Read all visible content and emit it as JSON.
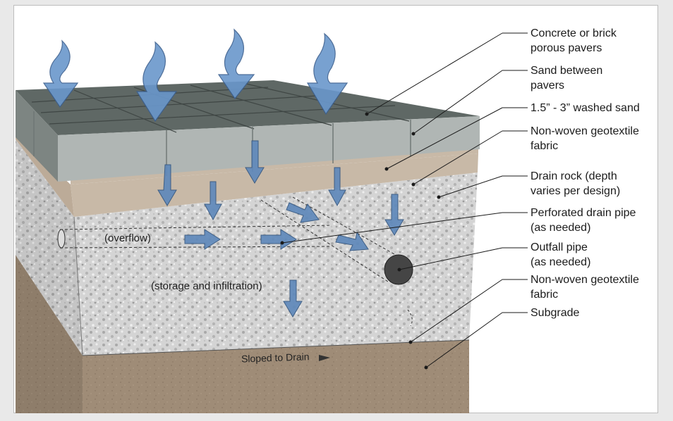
{
  "labels": {
    "pavers": [
      "Concrete or brick",
      "porous pavers"
    ],
    "sand_between": [
      "Sand between",
      "pavers"
    ],
    "washed_sand": [
      "1.5” - 3” washed sand"
    ],
    "geotextile_top": [
      "Non-woven geotextile",
      "fabric"
    ],
    "drain_rock": [
      "Drain rock (depth",
      "varies per design)"
    ],
    "drain_pipe": [
      "Perforated drain pipe",
      "(as needed)"
    ],
    "outfall": [
      "Outfall pipe",
      "(as needed)"
    ],
    "geotextile_bottom": [
      "Non-woven geotextile",
      "fabric"
    ],
    "subgrade": [
      "Subgrade"
    ]
  },
  "annotations": {
    "overflow": "(overflow)",
    "storage": "(storage and infiltration)",
    "sloped": "Sloped to Drain"
  },
  "colors": {
    "arrow_fill": "#6a97cc",
    "arrow_stroke": "#3b5f8e",
    "paver_top": "#5e6764",
    "paver_front": "#b3b9b7",
    "sand": "#c3b3a0",
    "gravel": "#d6d6d6",
    "subgrade": "#9d8a75"
  }
}
